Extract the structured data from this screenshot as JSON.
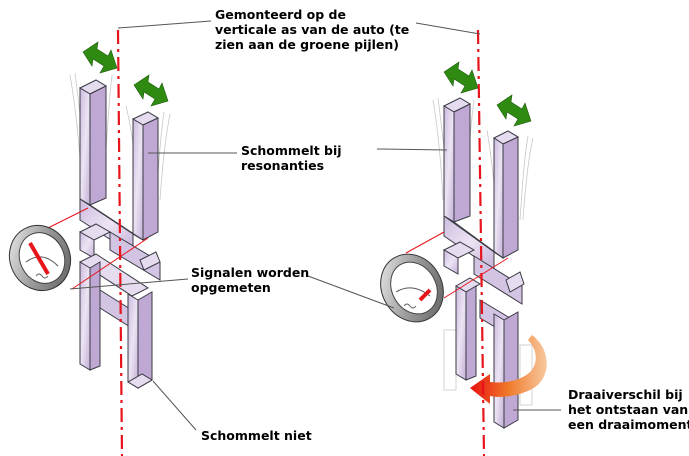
{
  "labels": {
    "mounted": [
      "Gemonteerd op de",
      "verticale as van de auto (te",
      "zien aan de groene pijlen)"
    ],
    "oscillates": [
      "Schommelt bij",
      "resonanties"
    ],
    "signals": [
      "Signalen worden",
      "opgemeten"
    ],
    "not_oscillates": [
      "Schommelt niet"
    ],
    "rotation_diff": [
      "Draaiverschil bij",
      "het ontstaan van",
      "een draaimoment"
    ]
  },
  "colors": {
    "axis": "#e8141c",
    "arrow_green": "#2f8a12",
    "element_fill": "#d9cce6",
    "element_shade": "#b7a4cc",
    "element_stroke": "#3a3a44",
    "leader": "#555555",
    "rotation_arrow": "#f03010"
  },
  "figures": [
    {
      "name": "sensor-at-rest",
      "rotation_arrow": false
    },
    {
      "name": "sensor-under-rotation",
      "rotation_arrow": true
    }
  ]
}
